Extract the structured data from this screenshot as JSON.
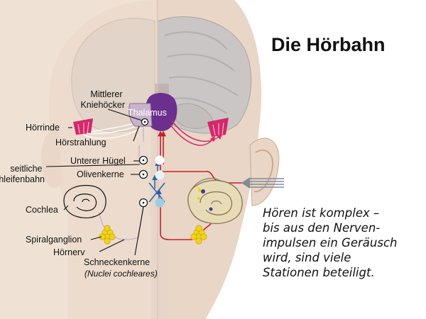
{
  "title": "Die Hörbahn",
  "caption": [
    "Hören ist komplex –",
    "bis aus den Nerven-",
    "impulsen ein Geräusch",
    "wird, sind viele",
    "Stationen beteiligt."
  ],
  "labels": {
    "mittlerer_kniehoecker": [
      "Mittlerer",
      "Kniehöcker"
    ],
    "thalamus": "Thalamus",
    "hoerrinde": "Hörrinde",
    "hoerstrahlung": "Hörstrahlung",
    "unterer_huegel": "Unterer Hügel",
    "seitliche_schleifenbahn": [
      "seitliche",
      "Schleifenbahn"
    ],
    "olivenkerne": "Olivenkerne",
    "cochlea": "Cochlea",
    "spiralganglion": "Spiralganglion",
    "hoernerv": "Hörnerv",
    "schneckenkerne": "Schneckenkerne",
    "nuclei_cochleares": "(Nuclei cochleares)"
  },
  "colors": {
    "page_background": "#ffffff",
    "left_background": "#efe2d6",
    "head": "#ead6c6",
    "brain": "#c9c6c5",
    "thalamus": "#6b2f8e",
    "kniehoecker": "#c9b3cc",
    "hoerrinde": "#d4286b",
    "ganglion": "#f2d21b",
    "pathway_red": "#c4202a",
    "pathway_blue": "#2b5fa8",
    "nucleus_blue": "#9fcde0",
    "sound_arrow": "#7f8c99"
  }
}
